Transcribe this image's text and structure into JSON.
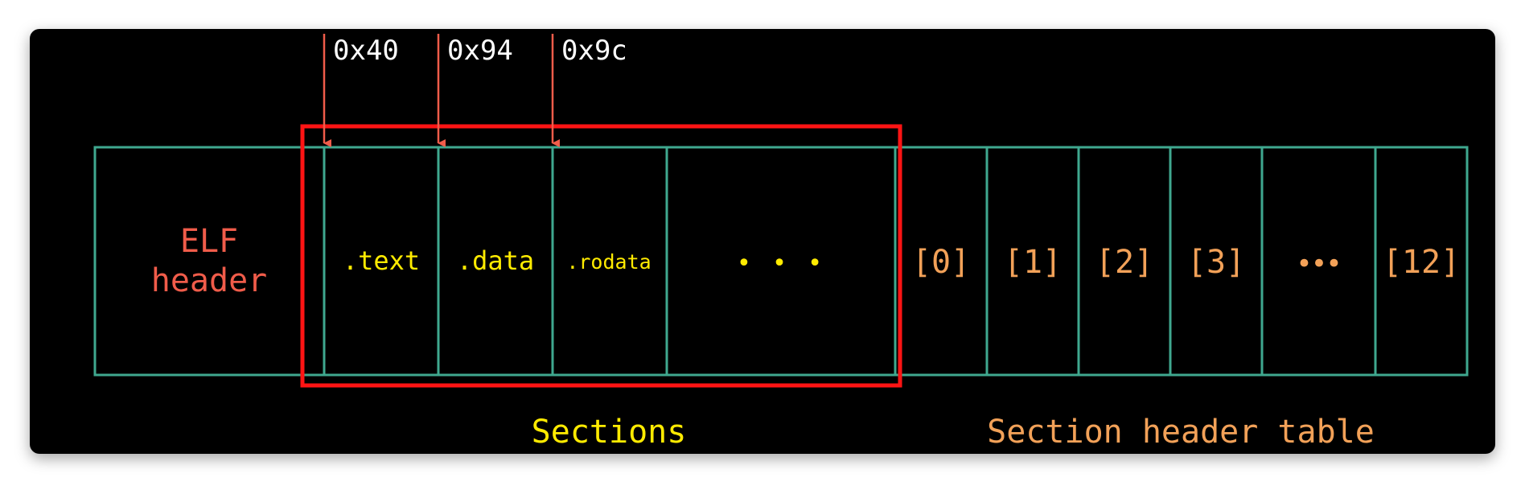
{
  "colors": {
    "background": "#000000",
    "cell_border": "#3fa88f",
    "elf_header": "#f05c4a",
    "sections": "#ffeb00",
    "header_table": "#f2a158",
    "offset_text": "#ffffff",
    "arrow": "#f05c4a",
    "highlight": "#ff1414"
  },
  "elf_header": {
    "line1": "ELF",
    "line2": "header"
  },
  "offsets": [
    "0x40",
    "0x94",
    "0x9c"
  ],
  "sections": [
    ".text",
    ".data",
    ".rodata"
  ],
  "sections_ellipsis": "• • •",
  "section_headers": [
    "[0]",
    "[1]",
    "[2]",
    "[3]",
    "[12]"
  ],
  "section_headers_ellipsis": "•••",
  "labels": {
    "sections": "Sections",
    "section_header_table": "Section header table"
  }
}
